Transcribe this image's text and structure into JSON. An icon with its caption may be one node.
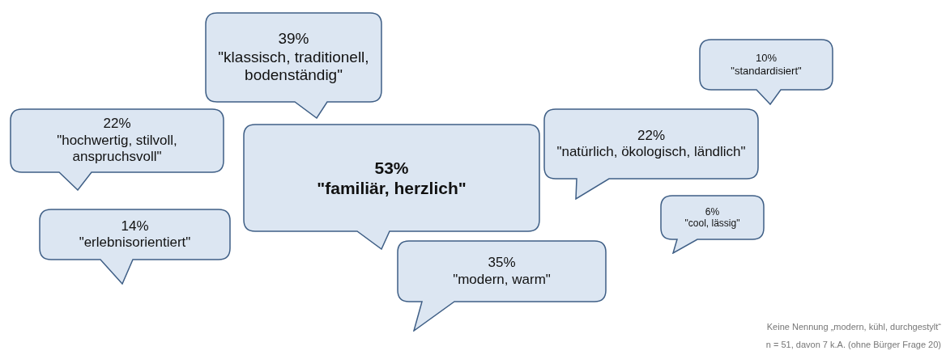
{
  "diagram": {
    "nodes": [
      {
        "text": [
          "39%",
          "\"klassisch, traditionell, bodenständig\""
        ]
      },
      {
        "text": [
          "22%",
          "\"hochwertig, stilvoll, anspruchsvoll\""
        ]
      },
      {
        "text": [
          "53%",
          "\"familiär, herzlich\""
        ]
      },
      {
        "text": [
          "14%",
          "\"erlebnisorientiert\""
        ]
      },
      {
        "text": [
          "35%",
          "\"modern, warm\""
        ]
      },
      {
        "text": [
          "10%",
          "\"standardisiert\""
        ]
      },
      {
        "text": [
          "22%",
          "\"natürlich, ökologisch, ländlich\""
        ]
      },
      {
        "text": [
          "6%",
          "\"cool, lässig\""
        ]
      }
    ],
    "edges": [],
    "labels": [
      "Keine Nennung „modern, kühl, durchgestylt“",
      "n = 51, davon 7 k.A. (ohne Bürger Frage 20)"
    ]
  }
}
